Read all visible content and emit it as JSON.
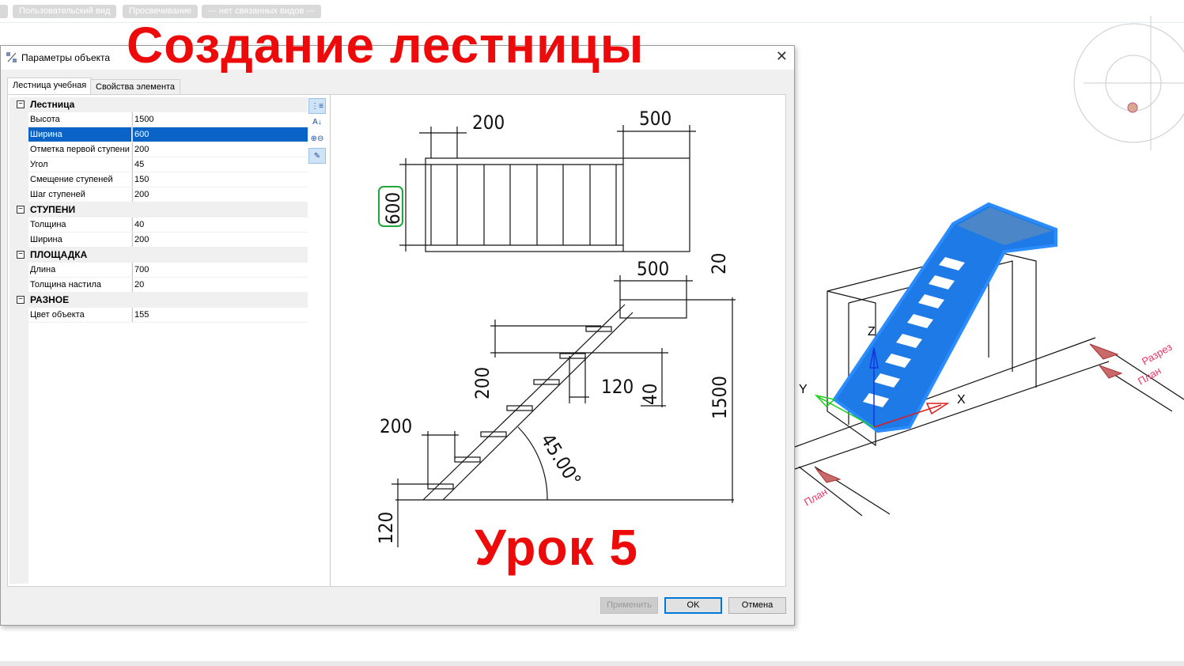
{
  "toolbar_top": {
    "items": [
      "Пользовательский вид",
      "Просвечивание",
      "--- нет связанных видов ---"
    ]
  },
  "dialog": {
    "title": "Параметры объекта",
    "tabs": [
      {
        "label": "Лестница учебная"
      },
      {
        "label": "Свойства элемента"
      }
    ],
    "categories": [
      {
        "name": "Лестница",
        "rows": [
          {
            "label": "Высота",
            "value": "1500"
          },
          {
            "label": "Ширина",
            "value": "600",
            "selected": true
          },
          {
            "label": "Отметка первой ступени",
            "value": "200"
          },
          {
            "label": "Угол",
            "value": "45"
          },
          {
            "label": "Смещение ступеней",
            "value": "150"
          },
          {
            "label": "Шаг ступеней",
            "value": "200"
          }
        ]
      },
      {
        "name": "СТУПЕНИ",
        "rows": [
          {
            "label": "Толщина",
            "value": "40"
          },
          {
            "label": "Ширина",
            "value": "200"
          }
        ]
      },
      {
        "name": "ПЛОЩАДКА",
        "rows": [
          {
            "label": "Длина",
            "value": "700"
          },
          {
            "label": "Толщина настила",
            "value": "20"
          }
        ]
      },
      {
        "name": "РАЗНОЕ",
        "rows": [
          {
            "label": "Цвет объекта",
            "value": "155"
          }
        ]
      }
    ],
    "buttons": {
      "apply": "Применить",
      "ok": "OK",
      "cancel": "Отмена"
    }
  },
  "preview": {
    "plan": {
      "step_width": "200",
      "landing": "500",
      "width": "600"
    },
    "elevation": {
      "landing": "500",
      "deck": "20",
      "step_pitch": "200",
      "offset": "120",
      "step_thk": "40",
      "height": "1500",
      "first_step": "200",
      "base": "120",
      "angle": "45.00°"
    }
  },
  "viewport": {
    "axis_x": "X",
    "axis_y": "Y",
    "axis_z": "Z",
    "section_label_1": "Разрез",
    "section_label_2": "План",
    "section_label_3": "План"
  },
  "overlay": {
    "line1": "Создание лестницы",
    "line2": "Урок 5"
  },
  "colors": {
    "accent": "#0a64c8",
    "stair": "#1e7ae6",
    "overlay_red": "#ec0a0a"
  }
}
